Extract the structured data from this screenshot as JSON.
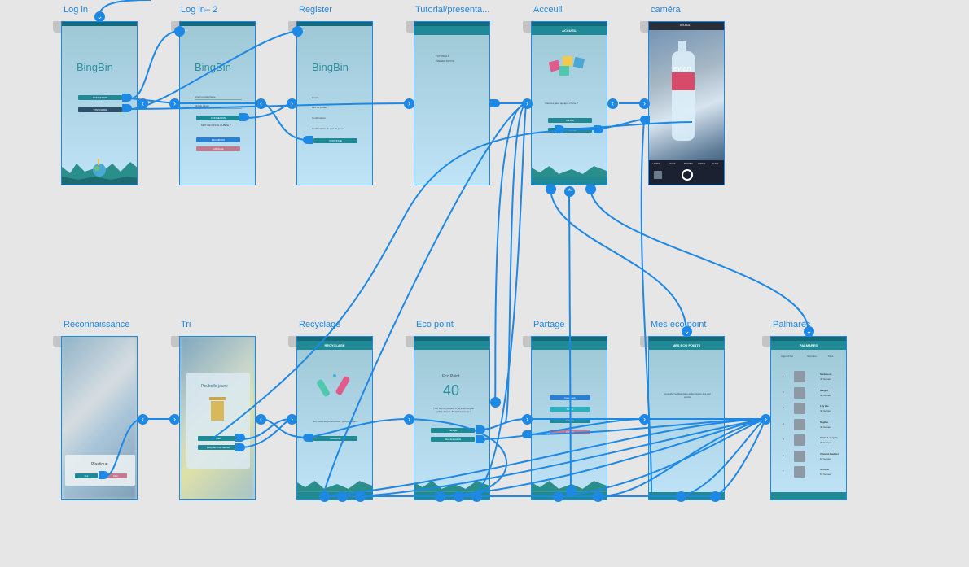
{
  "artboards": {
    "login": "Log in",
    "login2": "Log in– 2",
    "register": "Register",
    "tutorial": "Tutorial/presenta...",
    "accueil": "Acceuil",
    "camera": "caméra",
    "reconnaissance": "Reconnaissance",
    "tri": "Tri",
    "recyclage": "Recyclage",
    "ecopoint": "Eco point",
    "partage": "Partage",
    "meseco": "Mes eco point",
    "palmares": "Palmarès"
  },
  "login": {
    "logo": "BingBin",
    "connexion": "CONNEXION",
    "inscrire": "S'INSCRIRE"
  },
  "login2": {
    "logo": "BingBin",
    "email_placeholder": "Email ou téléphone",
    "password_placeholder": "Mot de passe",
    "connexion": "CONNEXION",
    "forgot": "MOT DE PASSE OUBLIÉ ?",
    "facebook": "FACEBOOK",
    "google": "GOOGLE"
  },
  "register": {
    "logo": "BingBin",
    "field1": "Email",
    "field2": "Mot de passe",
    "field3": "Confirmation",
    "field4": "Confirmation du mot de passe",
    "continue": "CONTINUE"
  },
  "tutorial": {
    "line1": "TUTORIELS",
    "line2": "PRESENTATION"
  },
  "accueil": {
    "header": "ACCUEIL",
    "question": "Vous les jeter quelque chose ?",
    "btn1": "IMAGE",
    "btn2": "GALLERIE"
  },
  "camera": {
    "brand": "evian",
    "top_label": "DOUBLE",
    "modes": [
      "LAPSE",
      "MOVE",
      "PHOTO",
      "VIDEO",
      "PANO"
    ]
  },
  "reconnaissance": {
    "label": "Plastique",
    "yes": "Oui",
    "no": "Non"
  },
  "tri": {
    "title": "Poubelle jaune",
    "btn1": "Trier",
    "btn2": "Recycler mon déchet"
  },
  "recyclage": {
    "header": "RECYCLAGE",
    "text": "En cours de construction, (suivre du lien)",
    "btn": "Retourner"
  },
  "ecopoint": {
    "header": "",
    "title": "Eco Point",
    "value": "40",
    "text": "Trier bien le produit. Il ne était recyclé grâce à vous. Merci beaucoup !",
    "btn1": "Partage",
    "btn2": "Mes des points"
  },
  "partage": {
    "btn1": "Facebook",
    "btn2": "Twitter",
    "btn3": "Viadeo",
    "btn4": "Annuler"
  },
  "meseco": {
    "header": "MES ECO POINTS",
    "text": "Consulter le historique et les règles des éco points"
  },
  "palmares": {
    "header": "PALMARES",
    "tabs": [
      "Aujourd'hui",
      "Semaine",
      "Mois"
    ],
    "rows": [
      {
        "rank": "1",
        "name": "Saraoussi",
        "pts": "40 Gained"
      },
      {
        "rank": "2",
        "name": "Margot",
        "pts": "40 Gained"
      },
      {
        "rank": "3",
        "name": "Lily Liu",
        "pts": "40 Gained"
      },
      {
        "rank": "4",
        "name": "Sophie",
        "pts": "40 Gained"
      },
      {
        "rank": "5",
        "name": "Victor Labeyrie",
        "pts": "20 Gained"
      },
      {
        "rank": "6",
        "name": "Vincent Gaultier",
        "pts": "10 Gained"
      },
      {
        "rank": "7",
        "name": "Jessica",
        "pts": "10 Gained"
      }
    ]
  },
  "colors": {
    "wire": "#1e88e5",
    "teal": "#1f8a96",
    "canvas": "#e6e6e6"
  }
}
